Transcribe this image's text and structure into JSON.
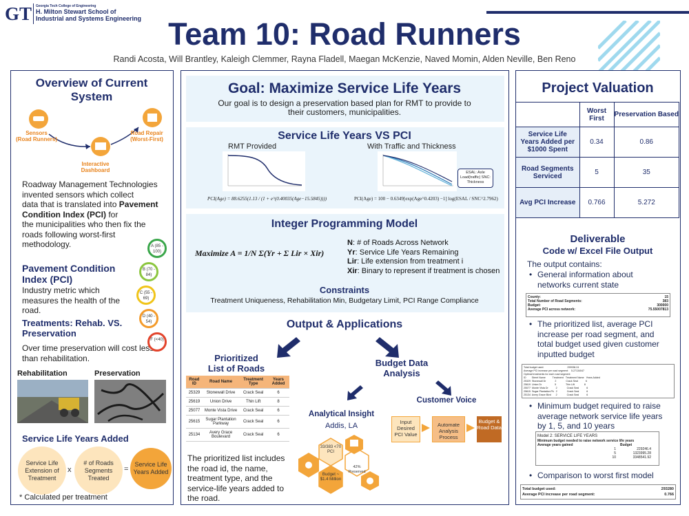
{
  "header": {
    "logo_letters": "GT",
    "logo_line1": "Georgia Tech College of Engineering",
    "logo_line2": "H. Milton Stewart School of",
    "logo_line3": "Industrial and Systems Engineering",
    "title": "Team 10: Road Runners",
    "authors": "Randi Acosta, Will Brantley, Kaleigh Clemmer, Rayna Fladell, Maegan McKenzie, Naved Momin, Alden Neville, Ben Reno"
  },
  "left": {
    "overview_title_1": "Overview of Current",
    "overview_title_2": "System",
    "node_sensors_1": "Sensors",
    "node_sensors_2": "(Road Runners)",
    "node_dashboard_1": "Interactive",
    "node_dashboard_2": "Dashboard",
    "node_repair_1": "Road Repair",
    "node_repair_2": "(Worst-First)",
    "overview_text_1": "Roadway Management Technologies",
    "overview_text_2": "invented sensors which collect",
    "overview_text_3": "data  that is translated into ",
    "overview_text_bold_1": "Pavement",
    "overview_text_bold_2": "Condition Index (PCI)",
    "overview_text_4": " for",
    "overview_text_5": "the municipalities who then fix the",
    "overview_text_6": "roads following worst-first",
    "overview_text_7": "methodology.",
    "pci_title_1": "Pavement Condition",
    "pci_title_2": "Index (PCI)",
    "pci_text_1": "Industry metric which",
    "pci_text_2": "measures the health of the",
    "pci_text_3": "road.",
    "pci_grades": [
      "A (85 - 100)",
      "B (70 - 84)",
      "C (55 - 69)",
      "D (40 - 54)",
      "F (<40)"
    ],
    "pci_colors": [
      "#3aa64a",
      "#8cc63f",
      "#f0c419",
      "#f39a2a",
      "#e2432b"
    ],
    "treat_title_1": "Treatments: Rehab. VS.",
    "treat_title_2": "Preservation",
    "treat_text_1": "Over time preservation will cost less",
    "treat_text_2": "than rehabilitation.",
    "rehab_label": "Rehabilitation",
    "preservation_label": "Preservation",
    "sly_title": "Service Life Years Added",
    "eq_c1": "Service Life Extension of Treatment",
    "eq_op1": "x",
    "eq_c2": "# of Roads Segments Treated",
    "eq_op2": "=",
    "eq_c3": "Service Life Years Added",
    "footnote": "* Calculated per treatment"
  },
  "mid": {
    "goal_title": "Goal: Maximize Service Life Years",
    "goal_text_1": "Our goal is to design a preservation based plan for RMT to provide to",
    "goal_text_2": "their customers, municipalities.",
    "sly_vs_pci": "Service Life Years VS PCI",
    "rmt_provided": "RMT Provided",
    "with_traffic": "With Traffic and Thickness",
    "formula_left": "PCI(Age) = 88.6255(1.13 / (1 + e^(0.40035(Age−15.5845))))",
    "formula_right": "PCI(Age) = 100 − 0.6349[exp(Age^0.4203) −1] log(ESAL / SNC^2.7962)",
    "esal_note": "ESAL: Axle Load(traffic) SNC: Thickness",
    "ip_title": "Integer Programming Model",
    "ip_formula": "Maximize A = 1/N Σ(Yr + Σ Lir × Xir)",
    "ip_n_key": "N",
    "ip_n": ": # of Roads Across Network",
    "ip_y_key": "Yr",
    "ip_y": ": Service Life Years Remaining",
    "ip_l_key": "Lir",
    "ip_l": ":  Life extension from treatment i",
    "ip_x_key": "Xir",
    "ip_x": ": Binary to represent if treatment is chosen",
    "constraints_title": "Constraints",
    "constraints_text": "Treatment Uniqueness,  Rehabilitation Min,  Budgetary Limit,  PCI Range Compliance",
    "oa_title": "Output & Applications",
    "prio_title_1": "Prioritized",
    "prio_title_2": "List of Roads",
    "roads_headers": [
      "Road ID",
      "Road Name",
      "Treatment Type",
      "Years Added"
    ],
    "roads_rows": [
      [
        "25329",
        "Stonewall Drive",
        "Crack Seal",
        "6"
      ],
      [
        "25619",
        "Union Drive",
        "Thin Lift",
        "8"
      ],
      [
        "25077",
        "Monte Vista Drive",
        "Crack Seal",
        "6"
      ],
      [
        "25615",
        "Sugar Plantation Parkway",
        "Crack Seal",
        "6"
      ],
      [
        "25134",
        "Avery Grace Boulevard",
        "Crack Seal",
        "6"
      ]
    ],
    "prio_text_1": "The prioritized list includes",
    "prio_text_2": "the road id, the name,",
    "prio_text_3": "treatment type, and the",
    "prio_text_4": "service-life years added to",
    "prio_text_5": "the road.",
    "budget_title_1": "Budget Data",
    "budget_title_2": "Analysis",
    "ai_title": "Analytical Insight",
    "ai_place": "Addis, LA",
    "hex_1": "33/383 <70 PCI",
    "hex_2": "42% Preserved",
    "hex_3": "Budget ~ $1.4 Million",
    "cv_title": "Customer Voice",
    "cv_1": "Input Desired PCI Value",
    "cv_2": "Automate Analysis Process",
    "cv_3": "Budget & Road Data"
  },
  "right": {
    "pv_title": "Project Valuation",
    "pv_col1": "Worst First",
    "pv_col2": "Preservation Based",
    "pv_rows": [
      [
        "Service Life Years Added per $1000 Spent",
        "0.34",
        "0.86"
      ],
      [
        "Road Segments Serviced",
        "5",
        "35"
      ],
      [
        "Avg PCI Increase",
        "0.766",
        "5.272"
      ]
    ],
    "del_title": "Deliverable",
    "del_sub": "Code w/ Excel File Output",
    "del_intro": "The output contains:",
    "b1_1": "General information about",
    "b1_2": "networks current state",
    "sheet1": [
      [
        "County:",
        "15"
      ],
      [
        "Total Number of Road Segments:",
        "383"
      ],
      [
        "Budget:",
        "300000"
      ],
      [
        "Average PCI across network:",
        "75.55007813"
      ]
    ],
    "b2_1": "The prioritized list, average PCI",
    "b2_2": "increase per road segment, and",
    "b2_3": "total budget used given customer",
    "b2_4": "inputted budget",
    "sheet2_lines": [
      "Total budget used:                                  299938.24",
      "Average PCI increase per road segment:    5.27134047",
      "Optimal treatments for each road segment:",
      "ID        Street Name          Treatment   Treatment Name   Years Added",
      "25329  Stonewall Dr             2              Crack Seal           6",
      "25619  Union Dr                   5              Thin Lift              8",
      "25077  Monte Vista Dr           2              Crack Seal           6",
      "25615  Sugar Plantation Pk   2              Crack Seal           6",
      "25134  Avery Grace Blvd       2              Crack Seal           6"
    ],
    "b3_1": "Minimum budget required to raise",
    "b3_2": "average network service life years",
    "b3_3": "by 1, 5, and 10 years",
    "sheet3_title": "Model 2: SERVICE LIFE YEARS",
    "sheet3_sub": "Minimum budget needed to raise network service life years",
    "sheet3_head_a": "Average years gained",
    "sheet3_head_b": "Budget",
    "sheet3_rows": [
      [
        "1",
        "229246.4"
      ],
      [
        "5",
        "1323995.28"
      ],
      [
        "10",
        "3348541.92"
      ]
    ],
    "b4": "Comparison to worst first model",
    "sheet4": [
      [
        "Total budget used:",
        "293280"
      ],
      [
        "Average PCI increase per road segment:",
        "0.766"
      ]
    ]
  }
}
